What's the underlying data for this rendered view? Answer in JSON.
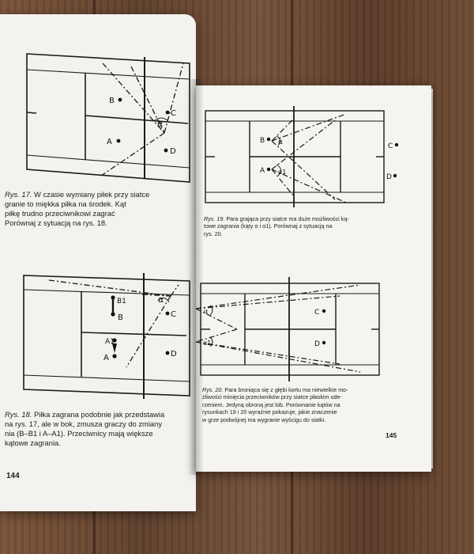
{
  "left_page": {
    "figure_17": {
      "labels": {
        "b": "B",
        "a": "A",
        "c": "C",
        "d": "D",
        "angle": "α"
      },
      "caption_number": "Rys. 17.",
      "caption_lines": [
        "W czasie wymiany piłek przy siatce",
        "granie to miękka piłka na środek. Kąt",
        "piłkę trudno przeciwnikowi zagrać",
        "Porównaj z sytuacją na rys. 18."
      ]
    },
    "figure_18": {
      "labels": {
        "b1": "B1",
        "b": "B",
        "a1": "A1",
        "a": "A",
        "c": "C",
        "d": "D",
        "angle": "α"
      },
      "caption_number": "Rys. 18.",
      "caption_lines": [
        "Piłka zagrana podobnie jak przedstawia",
        "na rys. 17, ale w bok, zmusza graczy do zmiany",
        "nia (B–B1 i A–A1). Przeciwnicy mają większe",
        "kątowe zagrania."
      ]
    },
    "page_number": "144"
  },
  "right_page": {
    "figure_19": {
      "labels": {
        "b": "B",
        "a": "A",
        "c": "C",
        "d": "D",
        "alpha": "α",
        "alpha1": "α1"
      },
      "caption_number": "Rys. 19.",
      "caption_lines": [
        "Para grająca przy siatce ma duże możliwości ką-",
        "towe zagrania (kąty α i α1). Porównaj z sytuacją na",
        "rys. 20."
      ]
    },
    "figure_20": {
      "labels": {
        "c": "C",
        "d": "D",
        "alpha": "α",
        "alpha1": "α1"
      },
      "caption_number": "Rys. 20.",
      "caption_lines": [
        "Para broniąca się z głębi kortu ma niewielkie mo-",
        "żliwości minięcia przeciwników przy siatce płaskim ude-",
        "rzeniem. Jedyną obroną jest lob. Porównanie kątów na",
        "rysunkach 19 i 20 wyraźnie pokazuje, jakie znaczenie",
        "w grze podwójnej ma wygranie wyścigu do siatki."
      ]
    },
    "page_number": "145"
  }
}
